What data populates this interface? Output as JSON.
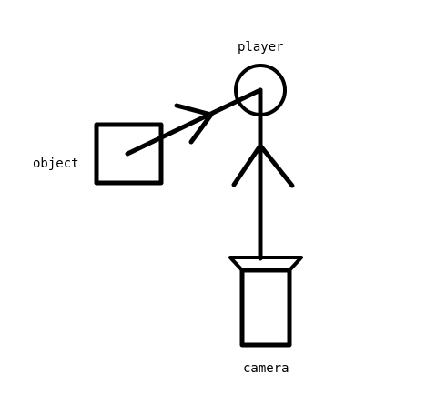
{
  "diagram": {
    "labels": {
      "player": "player",
      "object": "object",
      "camera": "camera"
    },
    "shapes": [
      {
        "name": "player-head-circle",
        "kind": "circle"
      },
      {
        "name": "player-body-line",
        "kind": "line"
      },
      {
        "name": "player-left-leg-line",
        "kind": "line"
      },
      {
        "name": "player-right-leg-line",
        "kind": "line"
      },
      {
        "name": "object-square",
        "kind": "rectangle"
      },
      {
        "name": "ray-arrow",
        "kind": "arrow"
      },
      {
        "name": "camera-body",
        "kind": "rectangle"
      },
      {
        "name": "camera-lens-cap",
        "kind": "trapezoid"
      }
    ],
    "colors": {
      "stroke": "#000000",
      "background": "#ffffff"
    }
  }
}
